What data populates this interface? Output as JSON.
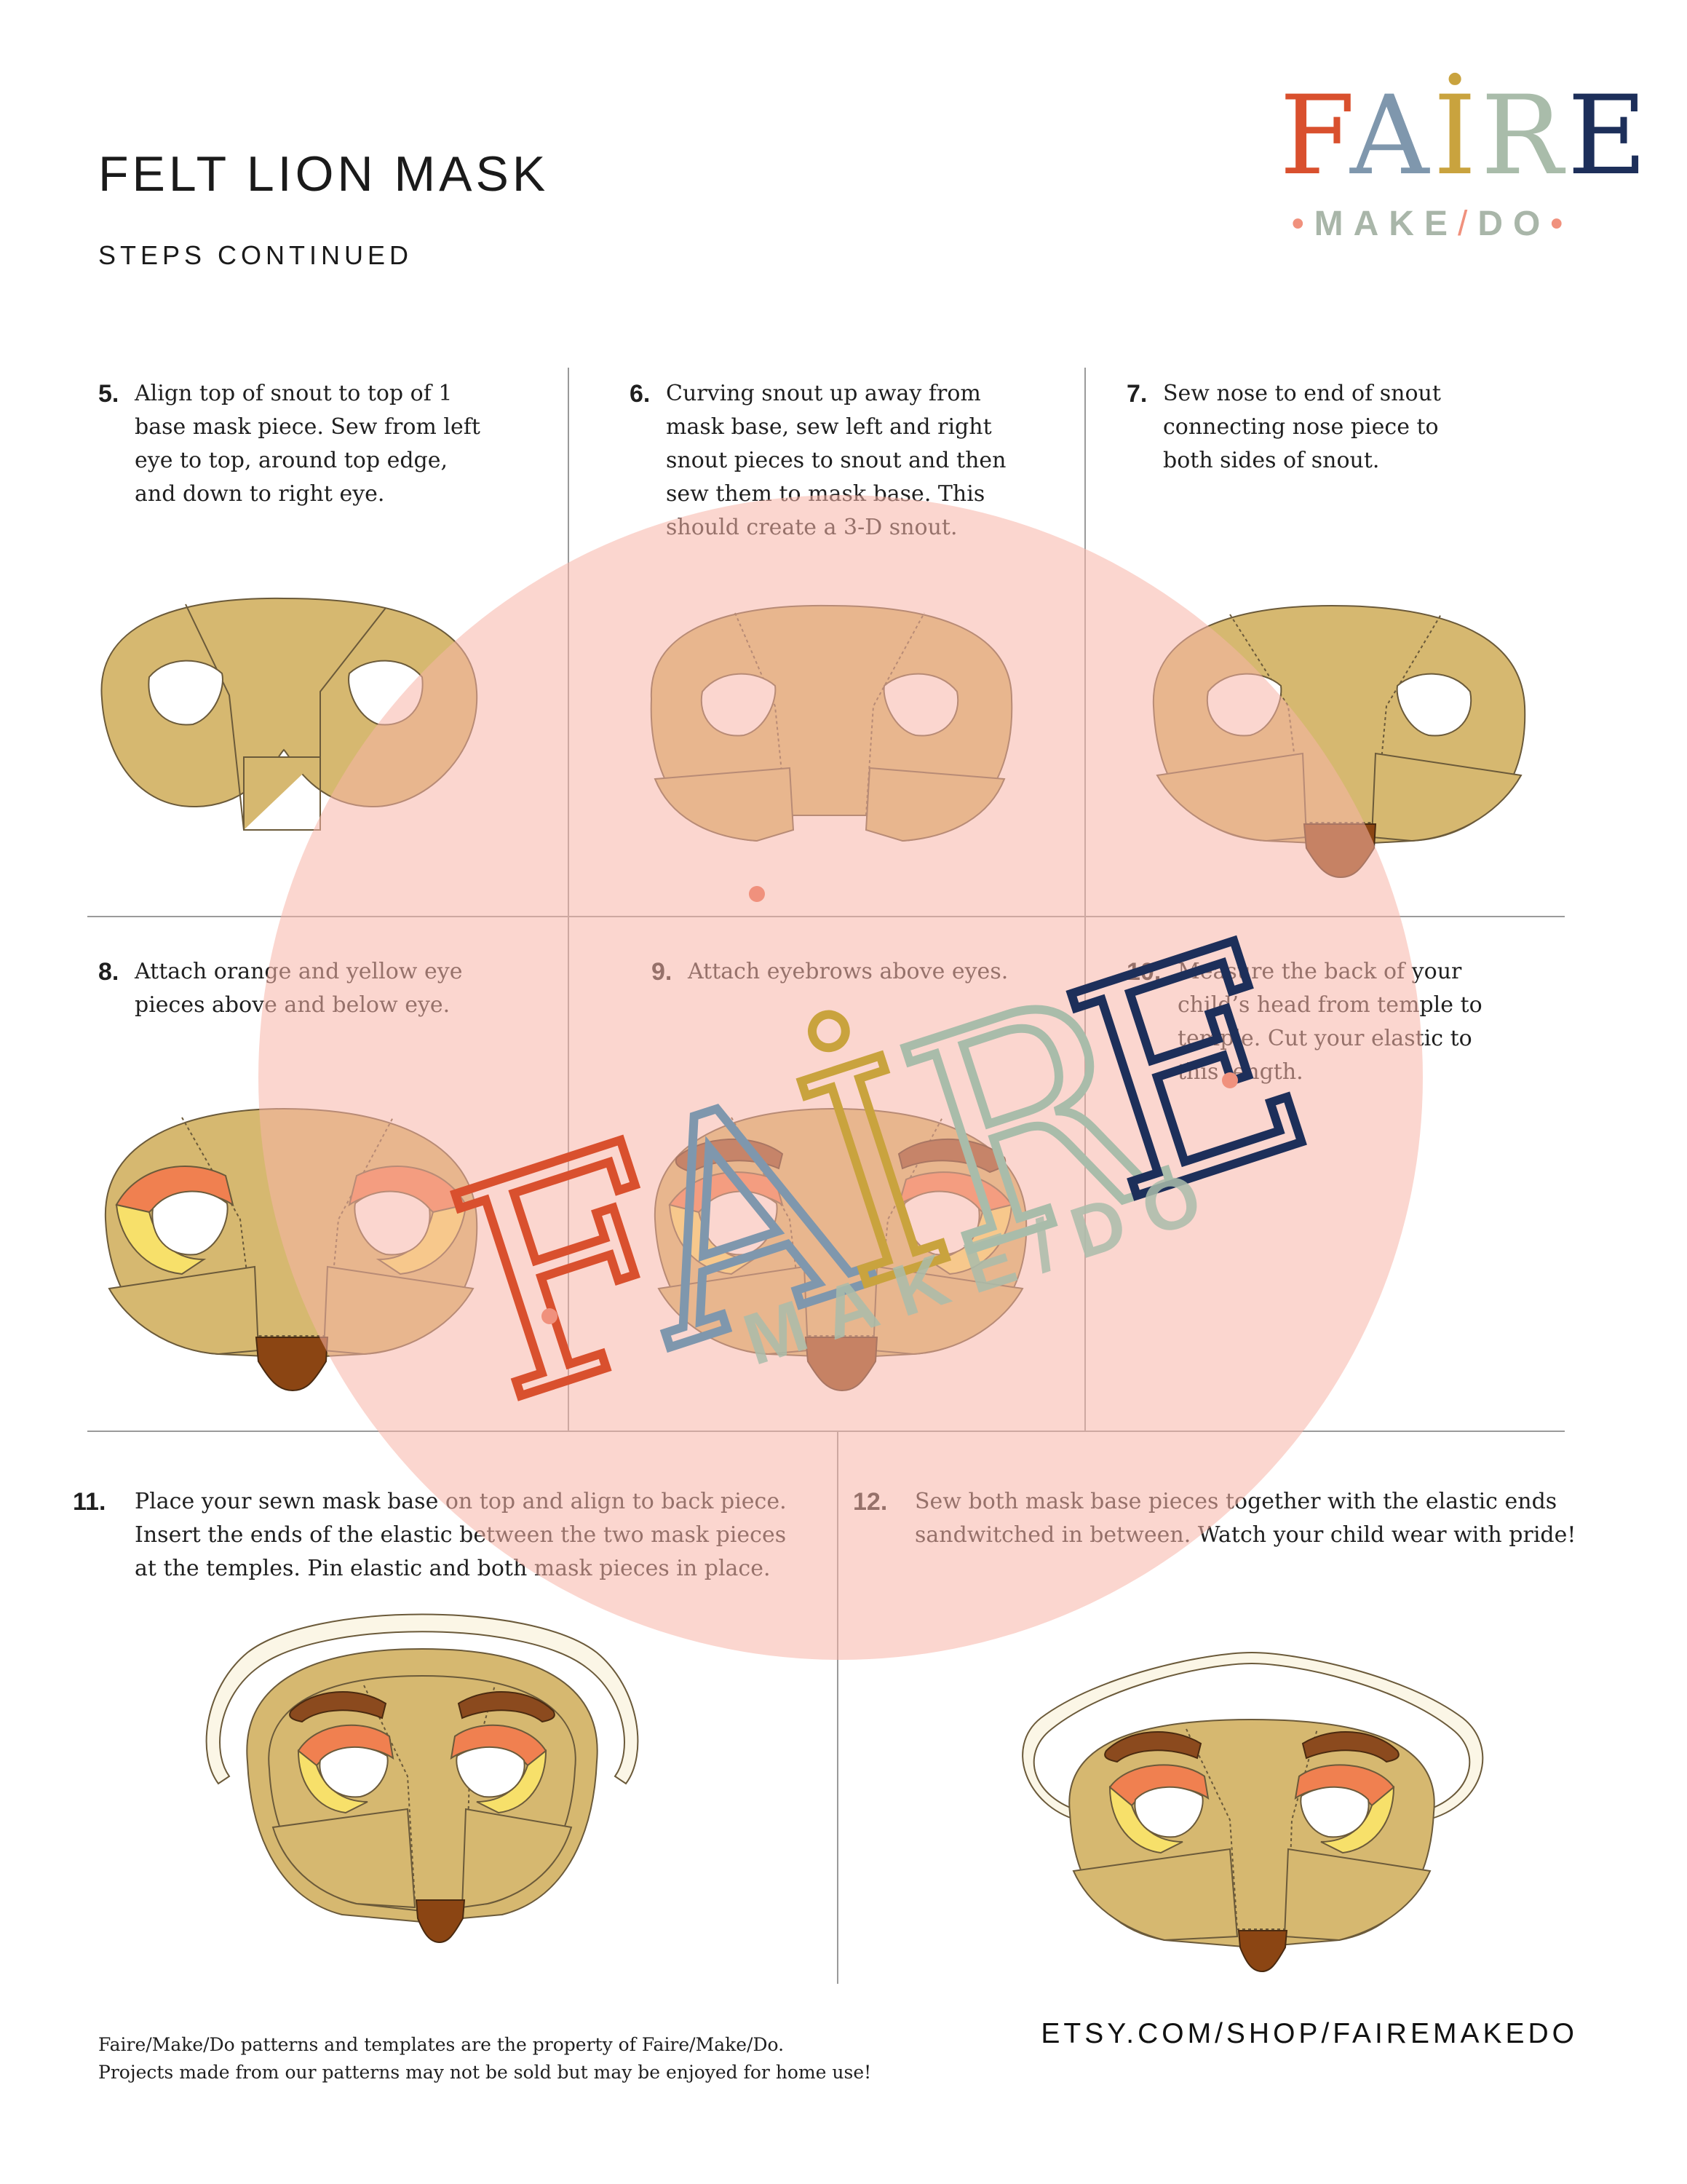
{
  "header": {
    "title": "FELT LION MASK",
    "subtitle": "STEPS CONTINUED"
  },
  "logo": {
    "letters": [
      "F",
      "A",
      "İ",
      "R",
      "E"
    ],
    "letter_colors": [
      "#d9502e",
      "#7f97ad",
      "#c9a33e",
      "#a9bcaa",
      "#1d2f5a"
    ],
    "sub": [
      "MAKE",
      "/",
      "DO"
    ]
  },
  "steps": [
    {
      "num": "5.",
      "lines": [
        "Align top of snout to top of 1",
        "base mask piece. Sew from left",
        "eye to top, around top edge,",
        "and down to right eye."
      ]
    },
    {
      "num": "6.",
      "lines": [
        "Curving snout up away from",
        "mask base, sew left and right",
        "snout pieces to snout and then",
        "sew them to mask base. This",
        "should create a 3-D snout."
      ]
    },
    {
      "num": "7.",
      "lines": [
        "Sew nose to end of snout",
        "connecting nose piece to",
        "both sides of snout."
      ]
    },
    {
      "num": "8.",
      "lines": [
        "Attach orange and yellow eye",
        "pieces above and below eye."
      ]
    },
    {
      "num": "9.",
      "lines": [
        "Attach eyebrows above eyes."
      ]
    },
    {
      "num": "10.",
      "lines": [
        "Measure the back of your",
        "child’s head from temple to",
        "temple. Cut your elastic to",
        "this length."
      ]
    },
    {
      "num": "11.",
      "lines": [
        "Place your sewn mask base on top and align to back piece.",
        "Insert the ends of the elastic between the two mask pieces",
        "at the temples. Pin elastic and both mask pieces in place."
      ]
    },
    {
      "num": "12.",
      "lines": [
        "Sew both mask base pieces together with the elastic ends",
        "sandwitched in between. Watch your child wear with pride!"
      ]
    }
  ],
  "footer": {
    "legal_lines": [
      "Faire/Make/Do patterns and templates are the property of Faire/Make/Do.",
      "Projects made from our patterns may not be sold but may be enjoyed for home use!"
    ],
    "shop_url": "ETSY.COM/SHOP/FAIREMAKEDO"
  },
  "watermark": {
    "letters": [
      "F",
      "A",
      "İ",
      "R",
      "E"
    ],
    "sub": "MAKE/DO"
  },
  "colors": {
    "felt_tan": "#d6b870",
    "felt_stroke": "#6b5a3a",
    "nose": "#8b4513",
    "eye_orange": "#f08050",
    "eye_yellow": "#f7e06a",
    "eyebrow": "#8b4a1e",
    "elastic": "#fbf6e6",
    "watermark_circle": "#f7b5a8"
  }
}
